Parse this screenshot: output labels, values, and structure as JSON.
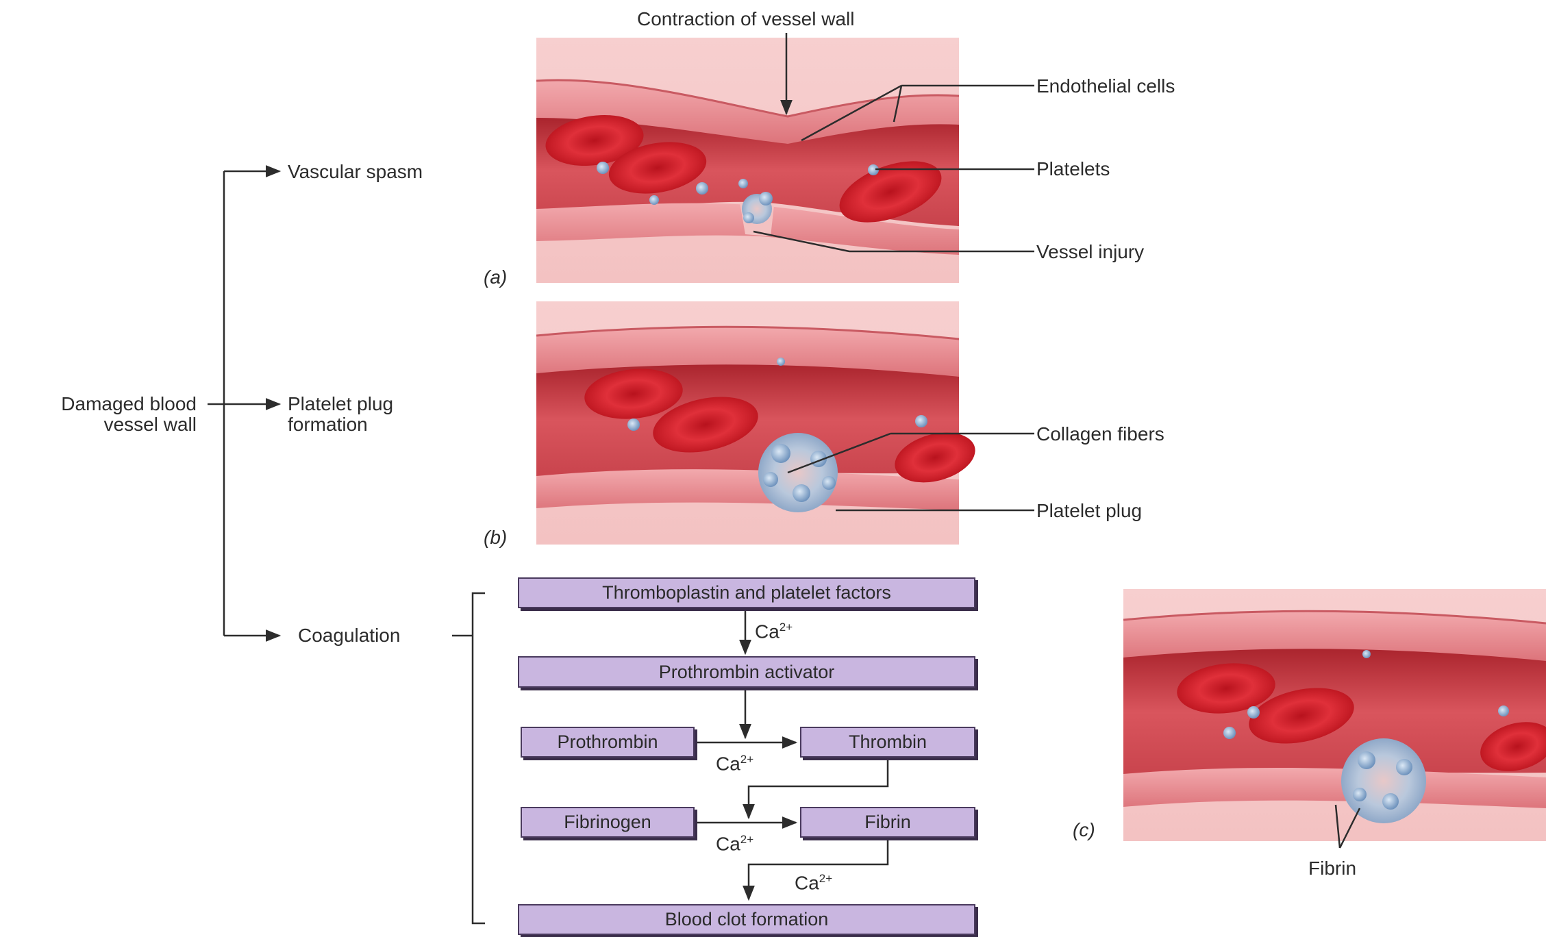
{
  "labels": {
    "contraction": "Contraction of vessel wall",
    "endothelial": "Endothelial cells",
    "platelets": "Platelets",
    "vessel_injury": "Vessel injury",
    "collagen": "Collagen fibers",
    "platelet_plug": "Platelet plug",
    "fibrin_label": "Fibrin",
    "damaged_line1": "Damaged blood",
    "damaged_line2": "vessel wall",
    "vascular_spasm": "Vascular spasm",
    "plug_formation_line1": "Platelet plug",
    "plug_formation_line2": "formation",
    "coagulation": "Coagulation",
    "panel_a": "(a)",
    "panel_b": "(b)",
    "panel_c": "(c)"
  },
  "cascade": {
    "box1": "Thromboplastin and platelet factors",
    "box2": "Prothrombin activator",
    "prothrombin": "Prothrombin",
    "thrombin": "Thrombin",
    "fibrinogen": "Fibrinogen",
    "fibrin": "Fibrin",
    "clot": "Blood clot formation",
    "ca_base": "Ca",
    "ca_charge": "2+"
  },
  "colors": {
    "box_fill": "#c9b6e0",
    "box_border": "#4a3a5e",
    "vessel_wall": "#e88a90",
    "lumen": "#c7363f",
    "rbc": "#d81e2a",
    "platelet": "#8fb4d9",
    "line": "#2c2c2c"
  }
}
